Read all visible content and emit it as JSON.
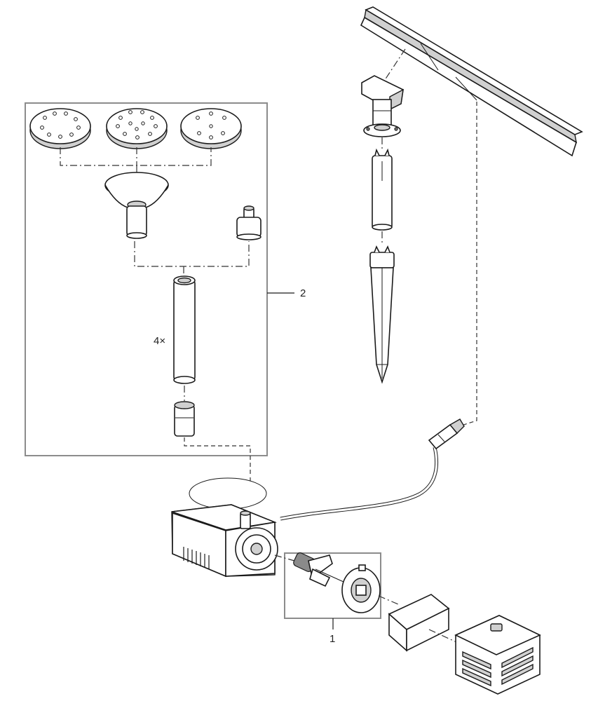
{
  "diagram": {
    "labels": {
      "part1": "1",
      "part2": "2",
      "quantity": "4×"
    }
  }
}
